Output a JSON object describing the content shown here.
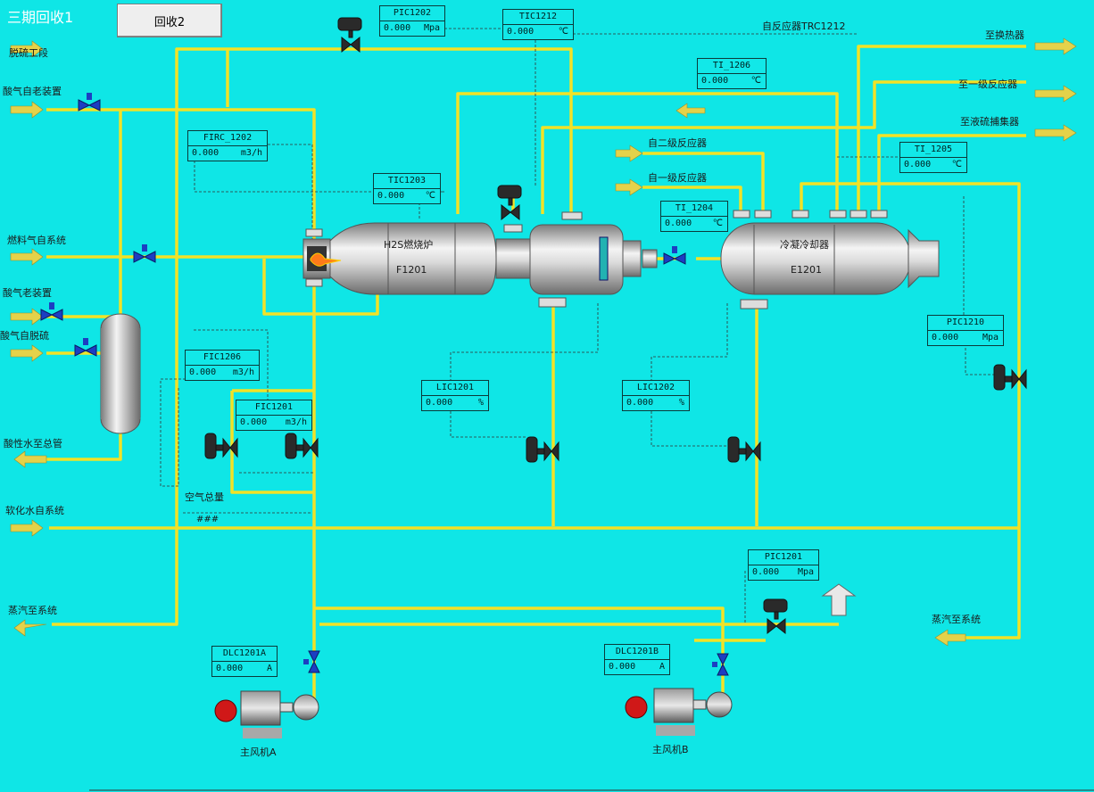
{
  "window_title": "三期回收1",
  "nav_button": "回收2",
  "inlets": {
    "desulfur_section": "脱硫工段",
    "acid_gas_old": "酸气自老装置",
    "fuel_gas": "燃料气自系统",
    "acid_gas_to_old": "酸气老装置",
    "acid_gas_desulfur": "酸气自脱硫",
    "acid_water_out": "酸性水至总管",
    "soft_water": "软化水自系统",
    "steam_out_left": "蒸汽至系统",
    "steam_out_right": "蒸汽至系统"
  },
  "outlets": {
    "to_heat_exchanger": "至换热器",
    "to_first_reactor": "至一级反应器",
    "to_sulfur_collector": "至液硫捕集器",
    "from_second_reactor": "自二级反应器",
    "from_first_reactor": "自一级反应器",
    "from_reactor_trc": "自反应器TRC1212"
  },
  "equipment": {
    "furnace_name": "H2S燃烧炉",
    "furnace_tag": "F1201",
    "condenser_name": "冷凝冷却器",
    "condenser_tag": "E1201",
    "air_total_label": "空气总量",
    "air_total_value": "###",
    "fan_a": "主风机A",
    "fan_b": "主风机B"
  },
  "instruments": [
    {
      "tag": "PIC1202",
      "value": "0.000",
      "unit": "Mpa"
    },
    {
      "tag": "TIC1212",
      "value": "0.000",
      "unit": "℃"
    },
    {
      "tag": "TI_1206",
      "value": "0.000",
      "unit": "℃"
    },
    {
      "tag": "FIRC_1202",
      "value": "0.000",
      "unit": "m3/h"
    },
    {
      "tag": "TIC1203",
      "value": "0.000",
      "unit": "℃"
    },
    {
      "tag": "TI_1205",
      "value": "0.000",
      "unit": "℃"
    },
    {
      "tag": "TI_1204",
      "value": "0.000",
      "unit": "℃"
    },
    {
      "tag": "FIC1206",
      "value": "0.000",
      "unit": "m3/h"
    },
    {
      "tag": "FIC1201",
      "value": "0.000",
      "unit": "m3/h"
    },
    {
      "tag": "LIC1201",
      "value": "0.000",
      "unit": "%"
    },
    {
      "tag": "LIC1202",
      "value": "0.000",
      "unit": "%"
    },
    {
      "tag": "PIC1210",
      "value": "0.000",
      "unit": "Mpa"
    },
    {
      "tag": "PIC1201",
      "value": "0.000",
      "unit": "Mpa"
    },
    {
      "tag": "DLC1201A",
      "value": "0.000",
      "unit": "A"
    },
    {
      "tag": "DLC1201B",
      "value": "0.000",
      "unit": "A"
    }
  ],
  "colors": {
    "background": "#0fe6e6",
    "pipe": "#f2e226",
    "arrow": "#e4d24a",
    "tag_border": "#0b3a3a",
    "vessel": "#cfcfcf"
  }
}
